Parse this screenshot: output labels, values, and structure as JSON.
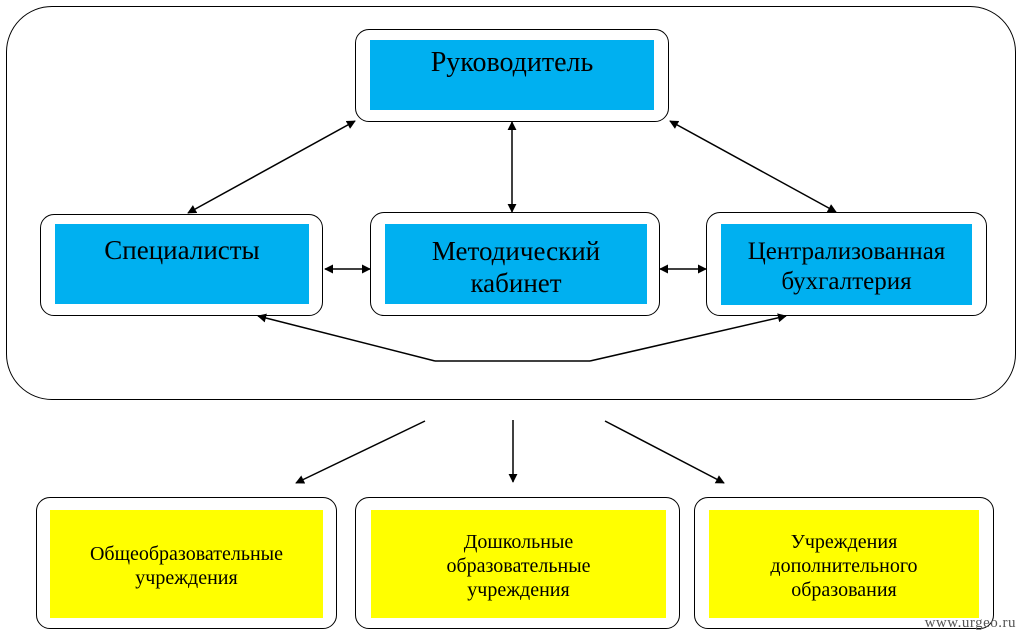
{
  "nodes": {
    "head": "Руководитель",
    "specialists": "Специалисты",
    "method_line1": "Методический",
    "method_line2": "кабинет",
    "account_line1": "Централизованная",
    "account_line2": "бухгалтерия",
    "general_line1": "Общеобразовательные",
    "general_line2": "учреждения",
    "preschool_line1": "Дошкольные",
    "preschool_line2": "образовательные",
    "preschool_line3": "учреждения",
    "additional_line1": "Учреждения",
    "additional_line2": "дополнительного",
    "additional_line3": "образования"
  },
  "colors": {
    "management_fill": "#00b0f0",
    "institution_fill": "#ffff00"
  },
  "watermark": "www.urgeo.ru"
}
